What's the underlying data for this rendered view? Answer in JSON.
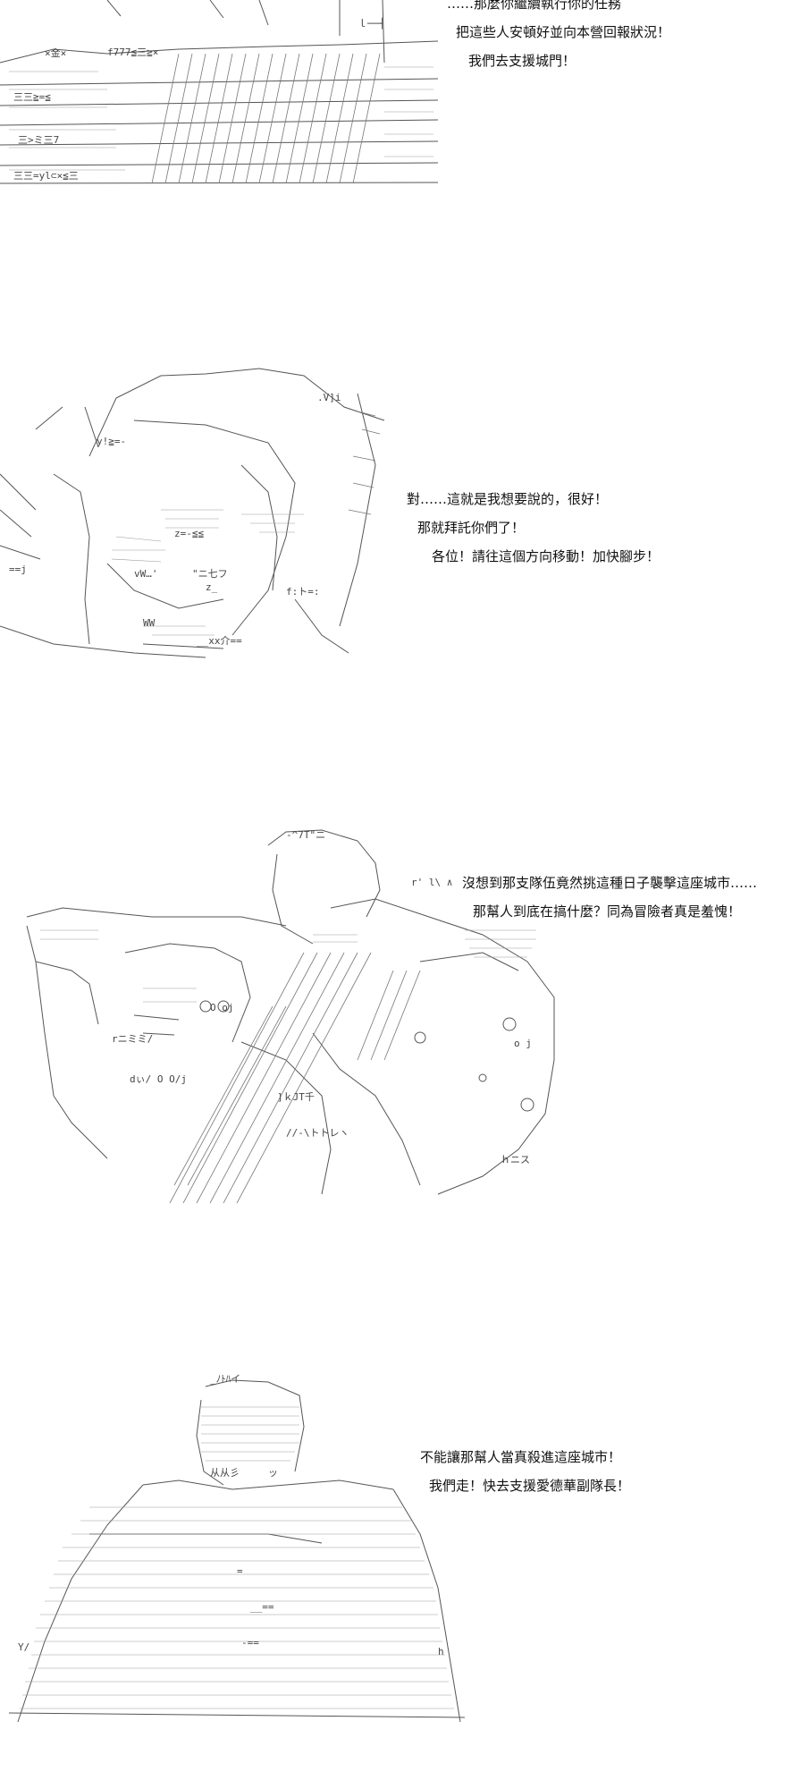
{
  "panels": [
    {
      "id": "panel-1",
      "lines": [
        "……那麼你繼續執行你的任務",
        "把這些人安頓好並向本營回報狀況！",
        "我們去支援城門！"
      ]
    },
    {
      "id": "panel-2",
      "lines": [
        "對……這就是我想要說的，很好！",
        "那就拜託你們了！",
        "各位！請往這個方向移動！加快腳步！"
      ]
    },
    {
      "id": "panel-3",
      "lines": [
        "沒想到那支隊伍竟然挑這種日子襲擊這座城市……",
        "那幫人到底在搞什麼？同為冒險者真是羞愧！"
      ]
    },
    {
      "id": "panel-4",
      "lines": [
        "不能讓那幫人當真殺進這座城市！",
        "我們走！快去支援愛德華副隊長！"
      ]
    }
  ]
}
